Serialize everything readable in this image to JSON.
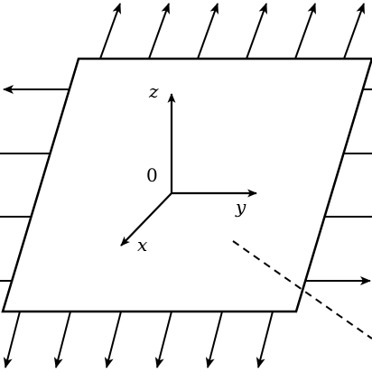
{
  "colors": {
    "stroke": "#000000",
    "plate_fill": "#ffffff",
    "background": "#ffffff"
  },
  "labels": {
    "origin": "0",
    "z_axis": "z",
    "y_axis": "y",
    "x_axis": "x"
  }
}
